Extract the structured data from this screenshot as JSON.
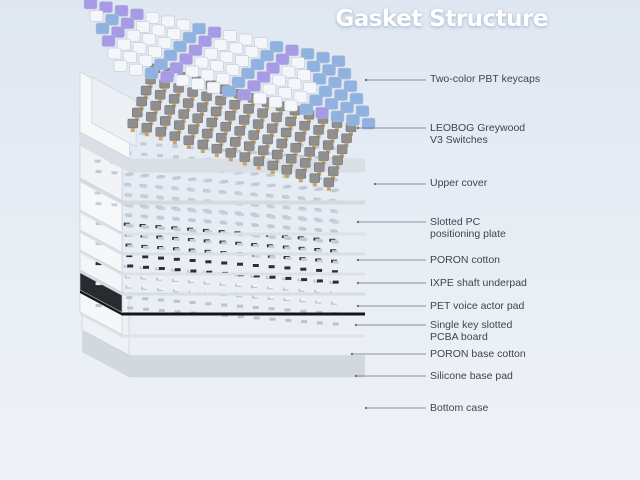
{
  "title": "Gasket Structure",
  "layers": [
    {
      "lines": [
        "Two-color PBT keycaps"
      ]
    },
    {
      "lines": [
        "LEOBOG Greywood",
        "V3 Switches"
      ]
    },
    {
      "lines": [
        "Upper cover"
      ]
    },
    {
      "lines": [
        "Slotted PC",
        "positioning plate"
      ]
    },
    {
      "lines": [
        "PORON cotton"
      ]
    },
    {
      "lines": [
        "IXPE shaft underpad"
      ]
    },
    {
      "lines": [
        "PET voice actor pad"
      ]
    },
    {
      "lines": [
        "Single key slotted",
        "PCBA board"
      ]
    },
    {
      "lines": [
        "PORON base cotton"
      ]
    },
    {
      "lines": [
        "Silicone base pad"
      ]
    },
    {
      "lines": [
        "Bottom case"
      ]
    }
  ],
  "colors": {
    "keycap_white": "#f4f6fa",
    "keycap_blue": "#8fb2e0",
    "keycap_purple": "#a79ae6",
    "switch_grey": "#8f8f8f",
    "plate_white": "#f3f5f8",
    "pcba_black": "#1f2024",
    "leader_line": "#6d737c"
  }
}
